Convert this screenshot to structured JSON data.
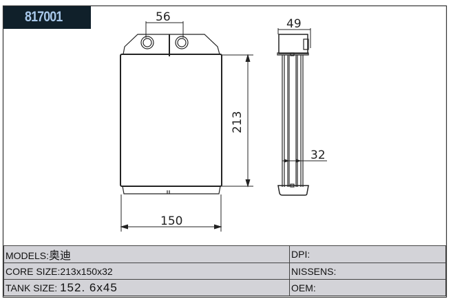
{
  "part_number": "817001",
  "dimensions": {
    "pipe_spacing": "56",
    "height": "213",
    "width": "150",
    "tank_depth": "49",
    "core_depth": "32"
  },
  "spec_table": {
    "models_label": "MODELS:",
    "models_value": "奥迪",
    "core_size_label": "CORE SIZE:",
    "core_size_value": "213x150x32",
    "tank_size_label": "TANK SIZE:",
    "tank_size_value": "152. 6x45",
    "dpi_label": "DPI:",
    "nissens_label": "NISSENS:",
    "oem_label": "OEM:"
  }
}
